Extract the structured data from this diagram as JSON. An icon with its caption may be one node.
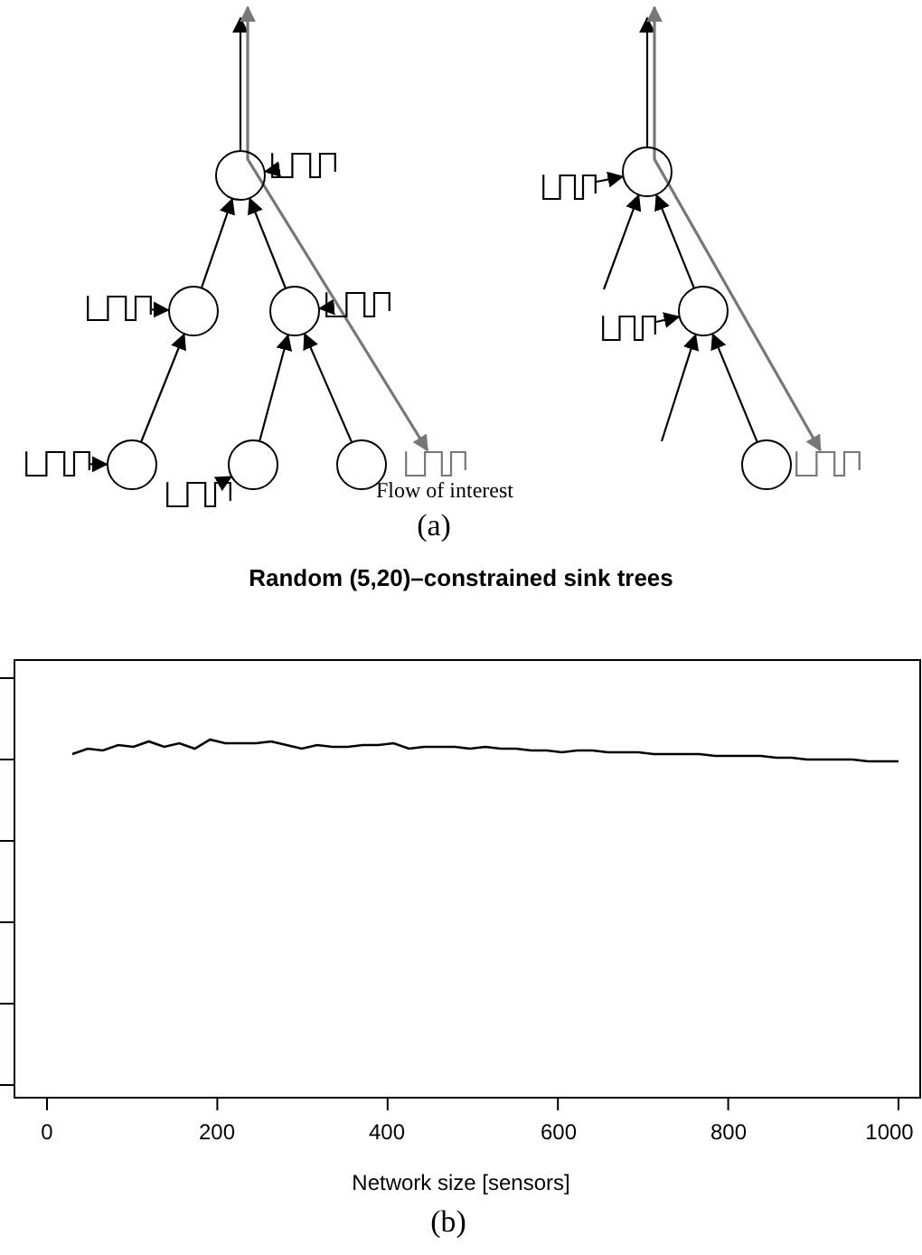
{
  "diagram": {
    "nodes": [
      {
        "text": [],
        "shape": "circle"
      },
      {
        "text": [],
        "shape": "picture"
      },
      {
        "text": [],
        "shape": "picture"
      },
      {
        "text": [],
        "shape": "circle"
      },
      {
        "text": [],
        "shape": "picture"
      },
      {
        "text": [],
        "shape": "circle"
      },
      {
        "text": [],
        "shape": "circle"
      },
      {
        "text": [],
        "shape": "picture"
      },
      {
        "text": [],
        "shape": "picture"
      },
      {
        "text": [],
        "shape": "circle"
      },
      {
        "text": [],
        "shape": "picture"
      },
      {
        "text": [],
        "shape": "circle"
      },
      {
        "text": [],
        "shape": "circle"
      },
      {
        "text": [],
        "shape": "picture"
      },
      {
        "text": [],
        "shape": "circle"
      },
      {
        "text": [],
        "shape": "picture"
      },
      {
        "text": [],
        "shape": "circle"
      },
      {
        "text": [],
        "shape": "picture"
      }
    ],
    "edges": [
      {
        "from": 5,
        "to": 0,
        "arrow": "to"
      },
      {
        "from": 6,
        "to": 0,
        "arrow": "to"
      },
      {
        "from": 11,
        "to": 5,
        "arrow": "to"
      },
      {
        "from": 12,
        "to": 6,
        "arrow": "to"
      },
      {
        "from": 14,
        "to": 6,
        "arrow": "to"
      },
      {
        "from": 0,
        "to": null,
        "arrow": "to"
      },
      {
        "from": 1,
        "to": 0,
        "arrow": "to"
      },
      {
        "from": 4,
        "to": 5,
        "arrow": "to"
      },
      {
        "from": 7,
        "to": 6,
        "arrow": "to"
      },
      {
        "from": 10,
        "to": 11,
        "arrow": "to"
      },
      {
        "from": 13,
        "to": 12,
        "arrow": "to"
      },
      {
        "from": null,
        "to": 15,
        "arrow": "both",
        "color": "#777777"
      },
      {
        "from": 9,
        "to": 3,
        "arrow": "to"
      },
      {
        "from": 16,
        "to": 9,
        "arrow": "to"
      },
      {
        "from": 3,
        "to": null,
        "arrow": "to"
      },
      {
        "from": null,
        "to": 3,
        "arrow": "to"
      },
      {
        "from": null,
        "to": 9,
        "arrow": "to"
      },
      {
        "from": 2,
        "to": 3,
        "arrow": "to"
      },
      {
        "from": 8,
        "to": 9,
        "arrow": "to"
      },
      {
        "from": null,
        "to": 17,
        "arrow": "both",
        "color": "#777777"
      }
    ],
    "labels": [
      "Flow of interest",
      "(a)",
      "Random (5,20)–constrained sink trees",
      "0",
      "200",
      "400",
      "600",
      "800",
      "1000",
      "Network size [sensors]",
      "(b)"
    ]
  }
}
